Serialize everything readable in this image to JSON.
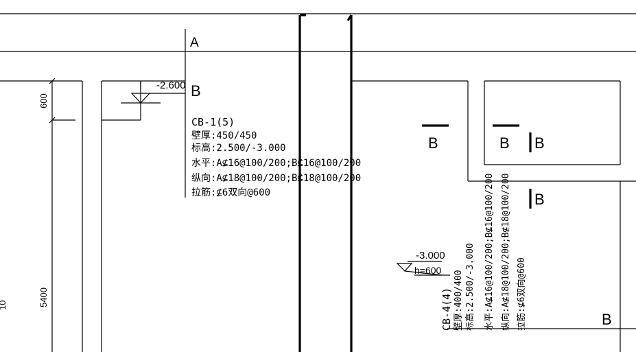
{
  "grid": {
    "axis_a": "A"
  },
  "elev_top": {
    "value": "-2.600"
  },
  "section_marks": {
    "b": "B"
  },
  "dims": {
    "d600": "600",
    "d5400": "5400"
  },
  "left_edge_text": "10",
  "cb1": {
    "title": "CB-1(5)",
    "thickness": "壁厚:450/450",
    "elevation": "标高:2.500/-3.000",
    "horizontal": "水平:A⊈16@100/200;B⊈16@100/200",
    "vertical": "纵向:A⊈18@100/200;B⊈18@100/200",
    "ties": "拉筋:⊈6双向@600"
  },
  "cb4": {
    "elev_value": "-3.000",
    "h_value": "h=600",
    "title": "CB-4(4)",
    "thickness": "壁厚:400/400",
    "elevation": "标高:2.500/-3.000",
    "horizontal": "水平:A⊈16@100/200;B⊈16@100/200",
    "vertical": "纵向:A⊈18@100/200;B⊈18@100/200",
    "ties": "拉筋:⊈6双向@600"
  }
}
